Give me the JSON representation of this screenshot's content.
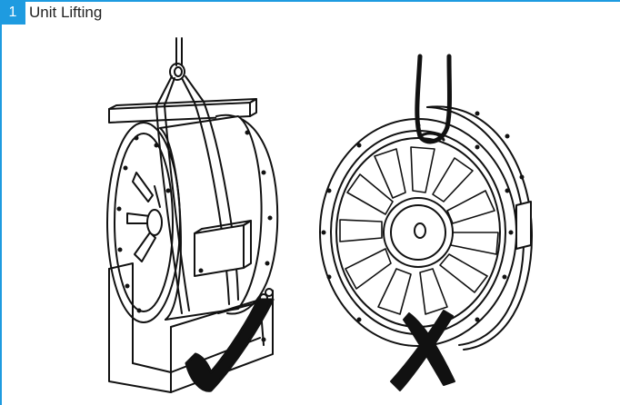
{
  "section": {
    "number": "1",
    "title": "Unit Lifting"
  },
  "colors": {
    "accent": "#1e9be0",
    "ink": "#111111"
  },
  "illustrations": [
    {
      "name": "correct-lifting",
      "mark": "check-icon"
    },
    {
      "name": "incorrect-lifting",
      "mark": "cross-icon"
    }
  ]
}
